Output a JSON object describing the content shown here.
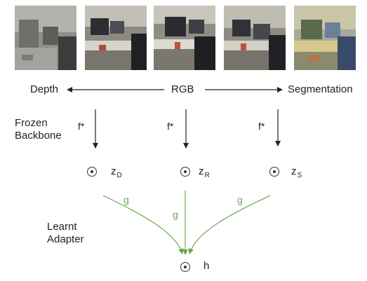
{
  "images": [
    {
      "caption": "Depth"
    },
    {
      "caption": "RGB"
    },
    {
      "caption": "RGB"
    },
    {
      "caption": "RGB"
    },
    {
      "caption": "Segmentation"
    }
  ],
  "modalities": {
    "depth": "Depth",
    "rgb": "RGB",
    "segmentation": "Segmentation"
  },
  "backbone": {
    "line1": "Frozen",
    "line2": "Backbone",
    "function": "f*"
  },
  "embeddings": {
    "z_symbol": "z",
    "depth_sub": "D",
    "rgb_sub": "R",
    "seg_sub": "S"
  },
  "adapter": {
    "line1": "Learnt",
    "line2": "Adapter",
    "function": "g"
  },
  "output": {
    "label": "h"
  },
  "colors": {
    "text": "#222222",
    "arrow_black": "#222222",
    "adapter_green": "#6aa84f"
  }
}
